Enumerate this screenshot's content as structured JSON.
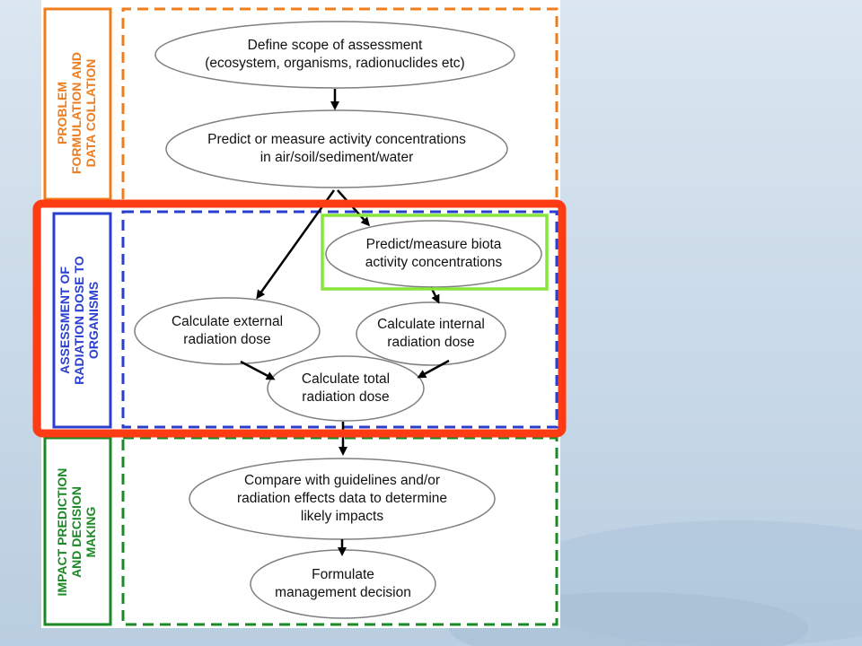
{
  "colors": {
    "problem_stage": "#f07c1c",
    "assessment_stage": "#2a3ecf",
    "impact_stage": "#1a8a26",
    "highlight_red": "#ff3b14",
    "highlight_green": "#86e63a",
    "arrow": "#000000"
  },
  "stages": {
    "problem": "PROBLEM\nFORMULATION AND\nDATA COLLATION",
    "assessment": "ASSESSMENT OF\nRADIATION DOSE TO\nORGANISMS",
    "impact": "IMPACT PREDICTION\nAND DECISION\nMAKING"
  },
  "nodes": {
    "define_scope": "Define scope of assessment\n(ecosystem, organisms, radionuclides etc)",
    "predict_env": "Predict or measure activity concentrations\nin air/soil/sediment/water",
    "predict_biota": "Predict/measure biota\nactivity concentrations",
    "external_dose": "Calculate external\nradiation dose",
    "internal_dose": "Calculate internal\nradiation dose",
    "total_dose": "Calculate total\nradiation dose",
    "compare": "Compare with guidelines and/or\nradiation effects data to determine\nlikely impacts",
    "decision": "Formulate\nmanagement decision"
  }
}
